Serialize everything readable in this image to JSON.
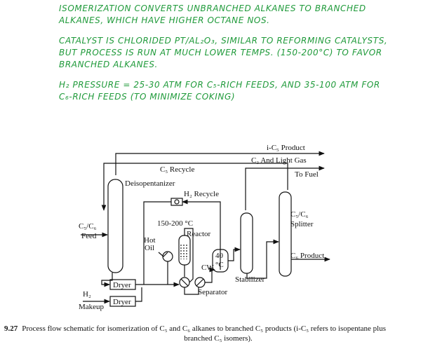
{
  "notes": {
    "line1a": "Isomerization converts unbranched alkanes to branched",
    "line1b": "alkanes, which have higher octane nos.",
    "line2a": "Catalyst is chlorided Pt/Al₂O₃, similar to reforming catalysts,",
    "line2b": "but process is run at much lower temps. (150-200°C) to favor",
    "line2c": "branched alkanes.",
    "line3a": "H₂ pressure = 25-30 atm for C₅-rich feeds, and 35-100 atm for",
    "line3b": "C₆-rich feeds (to minimize coking)"
  },
  "schematic": {
    "ic5_product": "i-C₅ Product",
    "c5_recycle": "C₅ Recycle",
    "c3_light_gas": "C₃ And Light Gas",
    "to_fuel": "To Fuel",
    "deisopentanizer": "Deisopentanizer",
    "h2_recycle": "H₂ Recycle",
    "temp_range": "150-200 °C",
    "reactor": "Reactor",
    "hot_oil_1": "Hot",
    "hot_oil_2": "Oil",
    "feed_1": "C₅/C₆",
    "feed_2": "Feed",
    "dryer_1": "Dryer",
    "dryer_2": "Dryer",
    "h2_1": "H₂",
    "h2_2": "Makeup",
    "sep_temp_1": "40",
    "sep_temp_2": "°C",
    "cw": "CW",
    "separator": "Separator",
    "stabilizer": "Stabilizer",
    "splitter_1": "C₅/C₆",
    "splitter_2": "Splitter",
    "c6_product": "C₆ Product"
  },
  "caption": {
    "number": "9.27",
    "line1": "Process flow schematic for isomerization of C₅ and C₆ alkanes to branched C₅ products (i-C₅ refers to isopentane plus",
    "line2": "branched C₅ isomers)."
  }
}
